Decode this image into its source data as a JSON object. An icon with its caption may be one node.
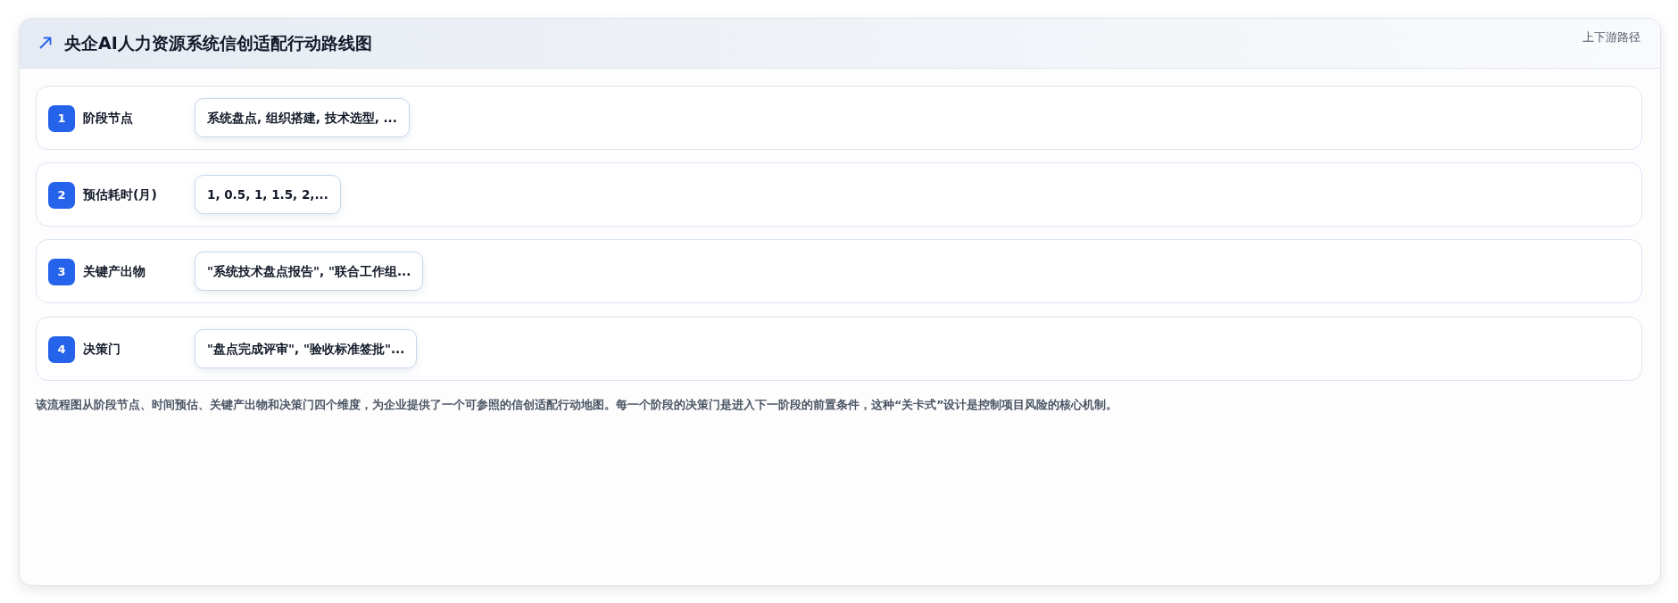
{
  "diagram": {
    "title": "央企AI人力资源系统信创适配行动路线图",
    "caption": "该流程图从阶段节点、时间预估、关键产出物和决策门四个维度，为企业提供了一个可参照的信创适配行动地图。每一个阶段的决策门是进入下一阶段的前置条件，这种“关卡式”设计是控制项目风险的核心机制。",
    "nodes": [
      {
        "text": [
          "阶段节点"
        ]
      },
      {
        "text": [
          "1"
        ],
        "in": 0
      },
      {
        "text": [
          "系统盘点, 组织搭建, 技术选型, ..."
        ],
        "in": 0
      },
      {
        "text": [
          "预估耗时(月)"
        ]
      },
      {
        "text": [
          "2"
        ],
        "in": 3
      },
      {
        "text": [
          "1, 0.5, 1, 1.5, 2,..."
        ],
        "in": 3
      },
      {
        "text": [
          "关键产出物"
        ]
      },
      {
        "text": [
          "3"
        ],
        "in": 6
      },
      {
        "text": [
          "\"系统技术盘点报告\", \"联合工作组..."
        ],
        "in": 6
      },
      {
        "text": [
          "决策门"
        ]
      },
      {
        "text": [
          "4"
        ],
        "in": 9
      },
      {
        "text": [
          "\"盘点完成评审\", \"验收标准签批\"..."
        ],
        "in": 9
      }
    ],
    "edges": [],
    "labels": [
      "上下游路径"
    ]
  }
}
